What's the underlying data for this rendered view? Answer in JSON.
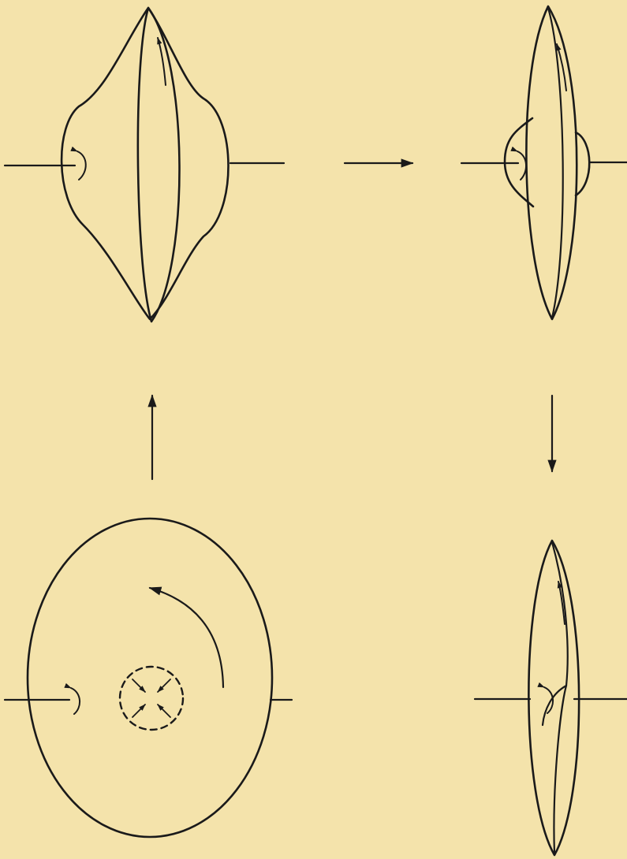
{
  "diagram": {
    "background_color": "#f4e3ab",
    "ink_color": "#1a1a1a",
    "panels": [
      {
        "id": "panel-top-left",
        "content": "flattened-body-with-bulge"
      },
      {
        "id": "panel-top-right",
        "content": "flattened-disk-with-small-bulge"
      },
      {
        "id": "panel-bottom-right",
        "content": "thin-edge-on-disk"
      },
      {
        "id": "panel-bottom-left",
        "content": "rotating-ellipsoid-collapsing-core"
      }
    ],
    "flow_arrows": [
      {
        "from": "panel-bottom-left",
        "to": "panel-top-left",
        "direction": "up"
      },
      {
        "from": "panel-top-left",
        "to": "panel-top-right",
        "direction": "right"
      },
      {
        "from": "panel-top-right",
        "to": "panel-bottom-right",
        "direction": "down"
      }
    ]
  }
}
